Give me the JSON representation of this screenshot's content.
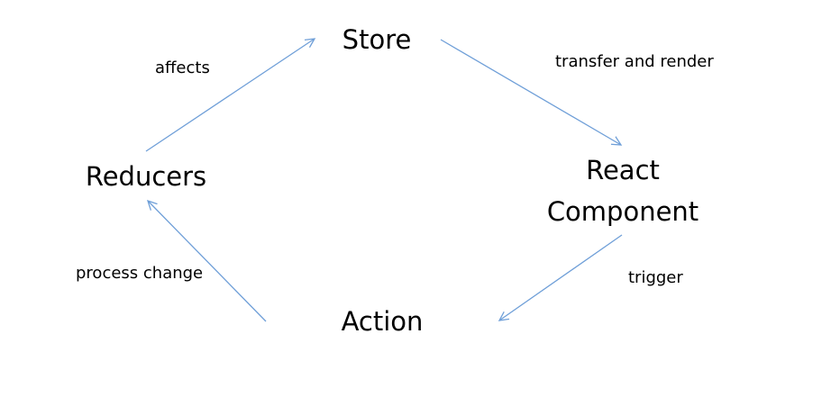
{
  "diagram": {
    "nodes": {
      "store": "Store",
      "react_component_line1": "React",
      "react_component_line2": "Component",
      "action": "Action",
      "reducers": "Reducers"
    },
    "edges": {
      "store_to_component": "transfer and render",
      "component_to_action": "trigger",
      "action_to_reducers": "process change",
      "reducers_to_store": "affects"
    },
    "colors": {
      "arrow": "#6f9fd8",
      "text": "#000000"
    }
  }
}
